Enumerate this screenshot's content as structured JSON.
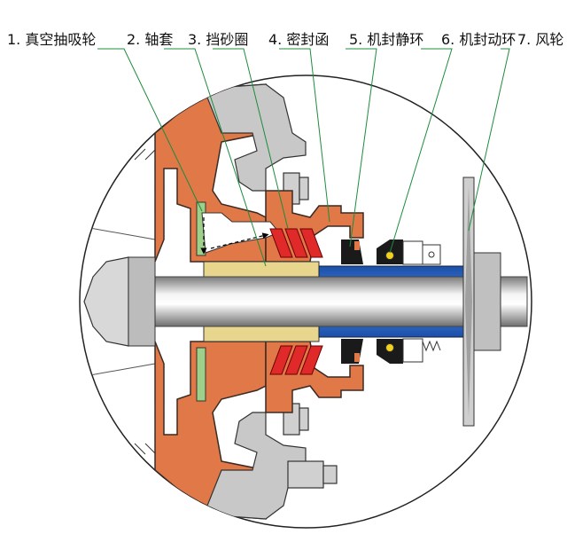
{
  "labels": [
    {
      "id": "vacuum-impeller",
      "text": "1. 真空抽吸轮"
    },
    {
      "id": "shaft-sleeve",
      "text": "2. 轴套"
    },
    {
      "id": "sand-ring",
      "text": "3. 挡砂圈"
    },
    {
      "id": "seal-box",
      "text": "4. 密封函"
    },
    {
      "id": "static-ring",
      "text": "5. 机封静环"
    },
    {
      "id": "dynamic-ring",
      "text": "6. 机封动环"
    },
    {
      "id": "fan-wheel",
      "text": "7. 风轮"
    }
  ],
  "colors": {
    "casing": "#e07848",
    "casing_stroke": "#3a2a22",
    "gray_part": "#c8c8c8",
    "sleeve": "#e8d58e",
    "sand_ring": "#e02a2a",
    "shaft_dark": "#8a8a8a",
    "shaft_light": "#f2f2f2",
    "blue_sleeve": "#2f6fd0",
    "leader_green": "#1c8c3c",
    "seal_black": "#1a1a1a",
    "seal_yellow": "#f2d21e",
    "fan_gray": "#bfbfbf",
    "green_part": "#6bbf5a"
  }
}
